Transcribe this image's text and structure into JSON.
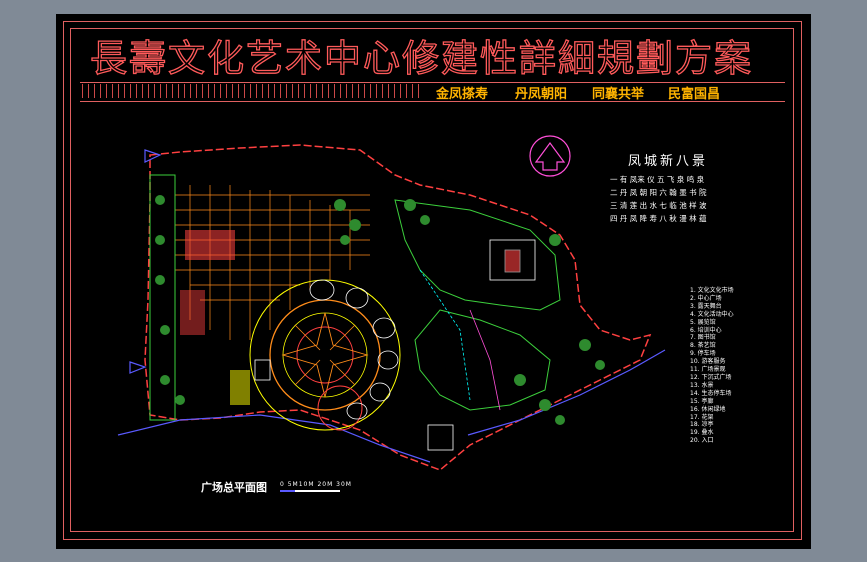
{
  "title": "長壽文化艺术中心修建性詳細規劃方案",
  "slogans": [
    "金凤搽寿",
    "丹凤朝阳",
    "同襄共举",
    "民富国昌"
  ],
  "plan_label": "广场总平面图",
  "scale_text": "0 5M10M 20M 30M",
  "legend": {
    "heading": "凤城新八景",
    "rows": [
      "一 有 凤来 仪 五 飞 泉 鸣 泉",
      "二 丹 凤 朝 阳 六 翰 墨 书 院",
      "三 清 莲 出 水 七 临 池 样 波",
      "四 丹 凤 降 寿 八 秋 漫 林 蕴"
    ],
    "items": [
      "1. 文化文化市场",
      "2. 中心广场",
      "3. 露天舞台",
      "4. 文化活动中心",
      "5. 展览馆",
      "6. 培训中心",
      "7. 图书馆",
      "8. 茶艺馆",
      "9. 停车场",
      "10. 游客服务",
      "11. 广场景观",
      "12. 下沉式广场",
      "13. 水景",
      "14. 生态停车场",
      "15. 亭廊",
      "16. 休闲绿地",
      "17. 花架",
      "18. 凉亭",
      "19. 叠水",
      "20. 入口"
    ]
  },
  "colors": {
    "background": "#808a96",
    "sheet": "#000000",
    "frame": "#e06060",
    "slogan": "#ffb300"
  },
  "icons": [
    "north-arrow-icon",
    "entrance-arrow-icon"
  ]
}
